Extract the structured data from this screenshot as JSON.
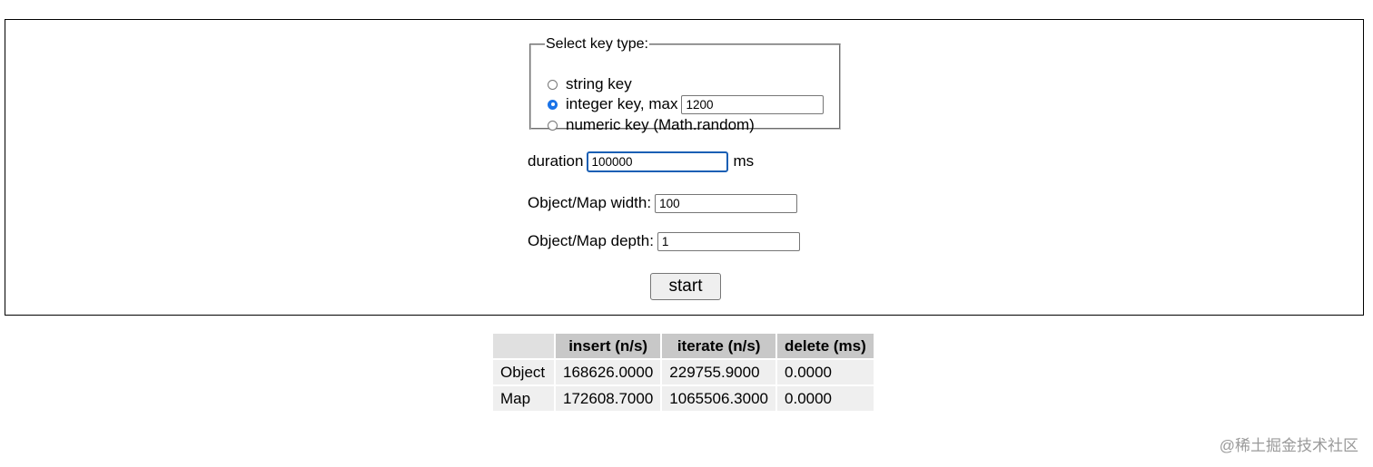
{
  "keytype": {
    "legend": "Select key type:",
    "options": [
      {
        "label": "string key",
        "checked": false
      },
      {
        "label": "integer key, max",
        "checked": true,
        "max_value": "1200"
      },
      {
        "label": "numeric key (Math.random)",
        "checked": false
      }
    ]
  },
  "duration": {
    "label": "duration",
    "value": "100000",
    "unit": "ms"
  },
  "width": {
    "label": "Object/Map width:",
    "value": "100"
  },
  "depth": {
    "label": "Object/Map depth:",
    "value": "1"
  },
  "start_label": "start",
  "results": {
    "columns": [
      "",
      "insert (n/s)",
      "iterate (n/s)",
      "delete (ms)"
    ],
    "rows": [
      [
        "Object",
        "168626.0000",
        "229755.9000",
        "0.0000"
      ],
      [
        "Map",
        "172608.7000",
        "1065506.3000",
        "0.0000"
      ]
    ]
  },
  "watermark": "@稀土掘金技术社区"
}
